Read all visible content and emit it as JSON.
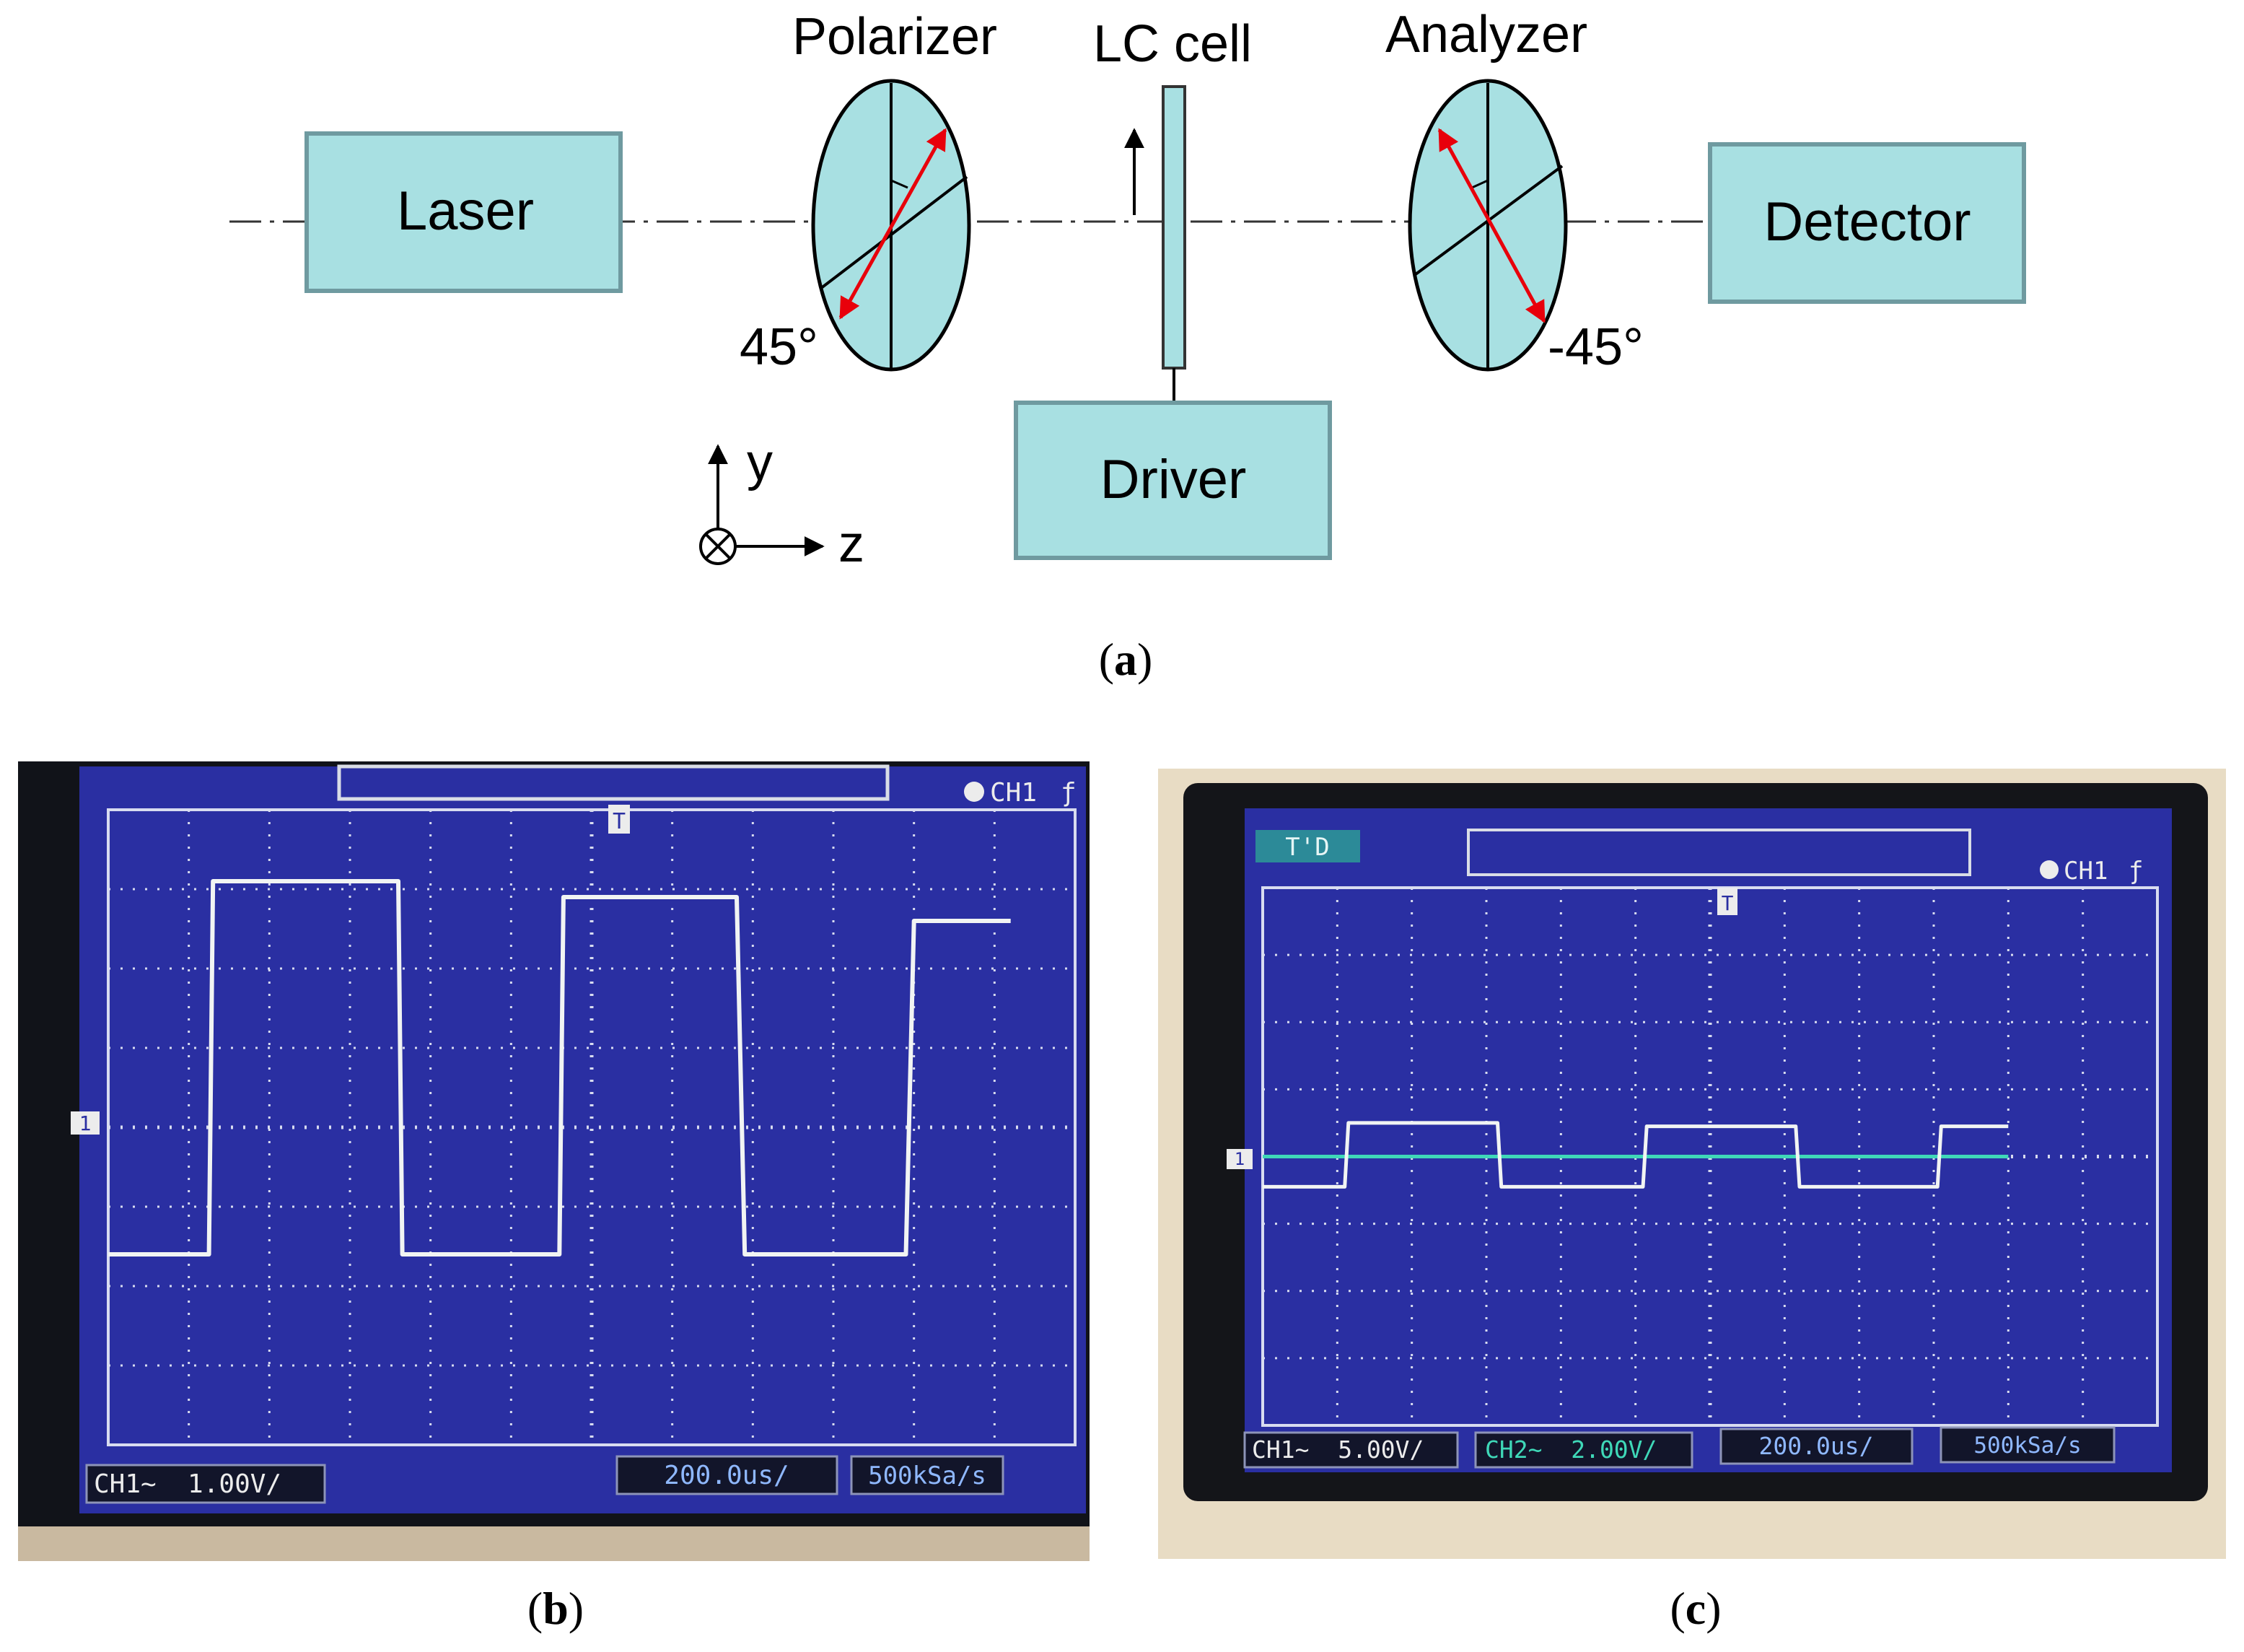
{
  "setup": {
    "laser_label": "Laser",
    "polarizer_label": "Polarizer",
    "lc_cell_label": "LC cell",
    "analyzer_label": "Analyzer",
    "detector_label": "Detector",
    "driver_label": "Driver",
    "polarizer_angle": "45°",
    "analyzer_angle": "-45°",
    "axis_y_label": "y",
    "axis_z_label": "z",
    "box_color": "#a8e0e2",
    "arrow_color": "#e8000b"
  },
  "captions": {
    "a_open": "(",
    "a_letter": "a",
    "a_close": ")",
    "b_open": "(",
    "b_letter": "b",
    "b_close": ")",
    "c_open": "(",
    "c_letter": "c",
    "c_close": ")"
  },
  "scope_b": {
    "trigger_channel": "CH1",
    "ch1_readout": "CH1~  1.00V/",
    "timebase": "200.0us/",
    "sample_rate": "500kSa/s",
    "ch1_marker": "1",
    "trigger_marker": "T"
  },
  "scope_c": {
    "mode": "T'D",
    "trigger_channel": "CH1",
    "ch1_readout": "CH1~  5.00V/",
    "ch2_readout": "CH2~  2.00V/",
    "timebase": "200.0us/",
    "sample_rate": "500kSa/s",
    "ch1_marker": "1",
    "trigger_marker": "T",
    "ch2_trace_color": "#3fd8b8"
  },
  "chart_data": [
    {
      "type": "line",
      "title": "",
      "xlabel": "",
      "ylabel": "",
      "x_units": "divisions",
      "y_units": "divisions",
      "xlim": [
        0,
        12
      ],
      "ylim": [
        -4,
        4
      ],
      "grid": true,
      "series": [
        {
          "x": [
            0,
            1.25,
            1.3,
            3.6,
            3.65,
            5.6,
            5.65,
            7.8,
            7.9,
            9.9,
            10.0,
            11.2
          ],
          "y": [
            -1.6,
            -1.6,
            3.1,
            3.1,
            -1.6,
            -1.6,
            2.9,
            2.9,
            -1.6,
            -1.6,
            2.6,
            2.6
          ]
        }
      ]
    },
    {
      "type": "line",
      "title": "",
      "xlabel": "",
      "ylabel": "",
      "x_units": "divisions",
      "y_units": "divisions",
      "xlim": [
        0,
        12
      ],
      "ylim": [
        -4,
        4
      ],
      "grid": true,
      "series": [
        {
          "x": [
            0,
            1.1,
            1.15,
            3.15,
            3.2,
            5.1,
            5.15,
            7.15,
            7.2,
            9.05,
            9.1,
            10.0
          ],
          "y": [
            -0.45,
            -0.45,
            0.5,
            0.5,
            -0.45,
            -0.45,
            0.45,
            0.45,
            -0.45,
            -0.45,
            0.45,
            0.45
          ]
        },
        {
          "x": [
            0,
            10.0
          ],
          "y": [
            0,
            0
          ]
        }
      ]
    }
  ]
}
